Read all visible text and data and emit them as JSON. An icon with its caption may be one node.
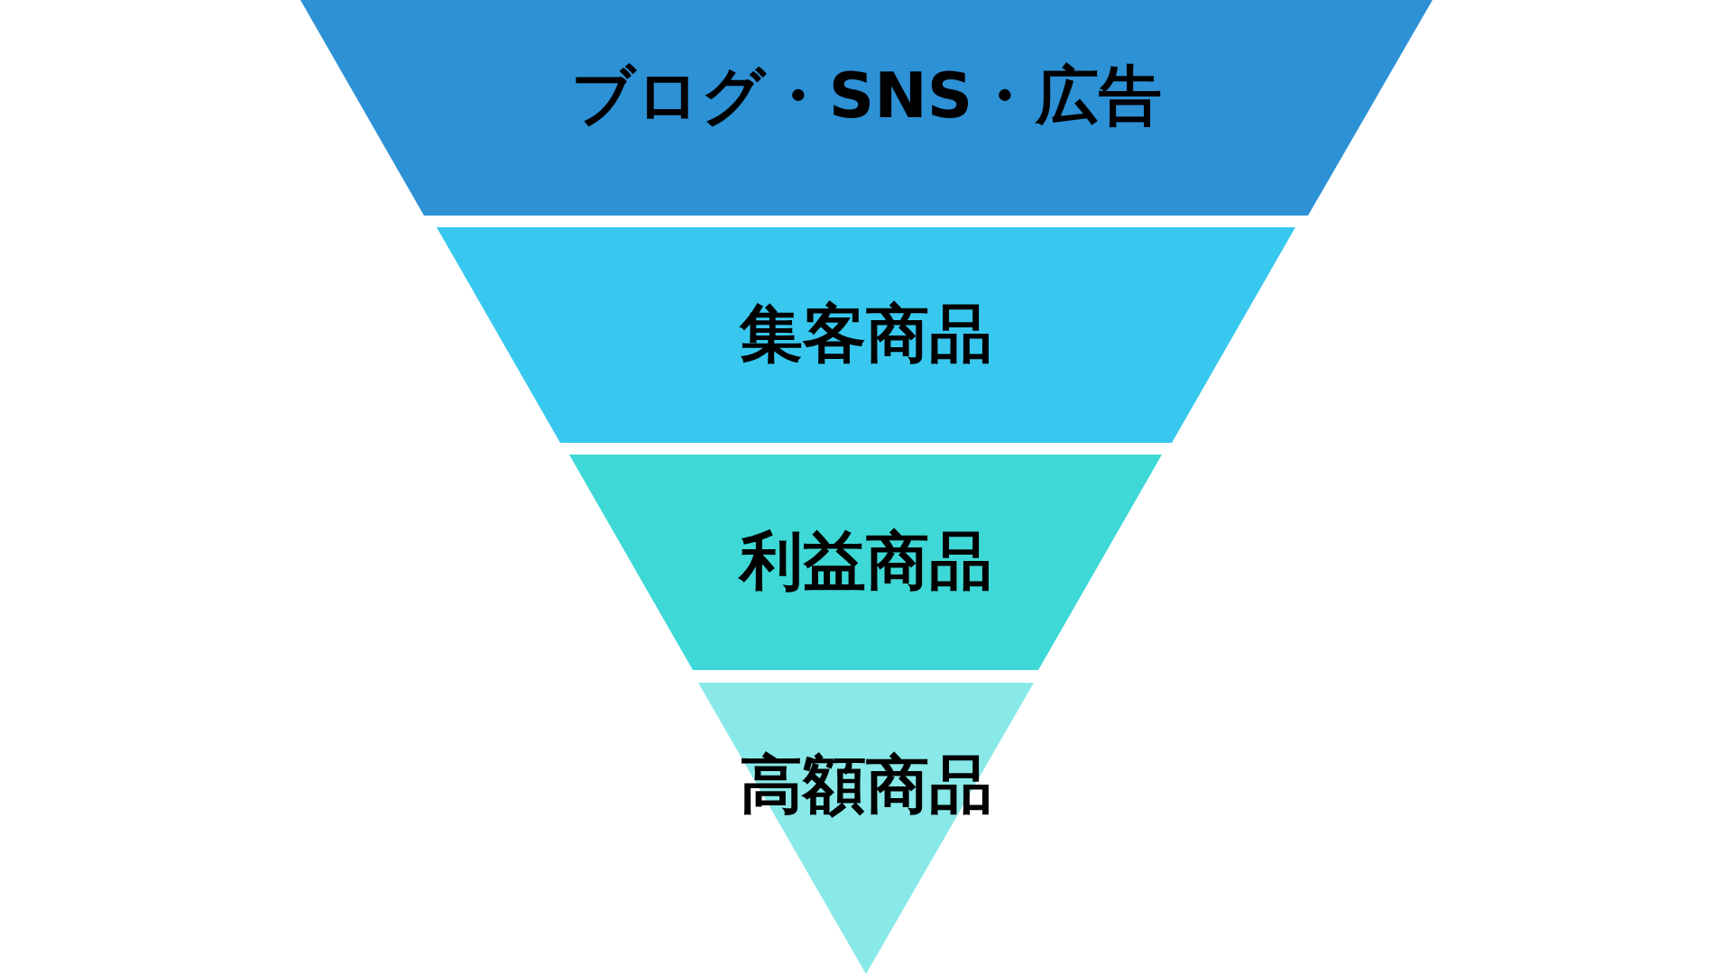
{
  "diagram": {
    "nodes": [
      {
        "text": [
          "ブログ・SNS・広告"
        ]
      },
      {
        "text": [
          "集客商品"
        ]
      },
      {
        "text": [
          "利益商品"
        ]
      },
      {
        "text": [
          "高額商品"
        ]
      }
    ]
  }
}
